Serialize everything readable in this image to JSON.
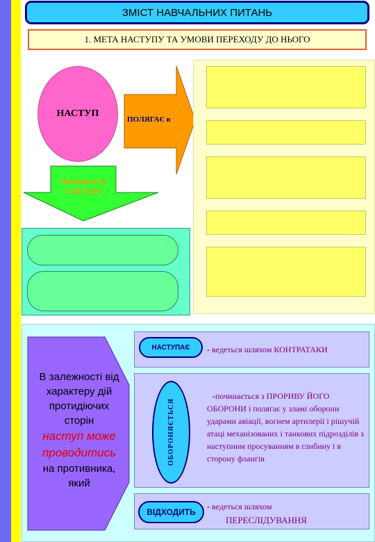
{
  "header": {
    "title": "ЗМІСТ НАВЧАЛЬНИХ ПИТАНЬ"
  },
  "subheader": {
    "text": "1. МЕТА НАСТУПУ ТА УМОВИ ПЕРЕХОДУ ДО НЬОГО"
  },
  "offensive": {
    "label": "НАСТУП"
  },
  "consists_arrow": {
    "label": "ПОЛЯГАЄ в"
  },
  "purpose_arrow": {
    "line1": "Проводиться",
    "line2": "З МЕТОЮ"
  },
  "left_panel": {
    "line1": "В залежності від",
    "line2": "характеру дій",
    "line3": "протидіючих",
    "line4": "сторін",
    "emph1": "наступ може",
    "emph2": "проводитись",
    "line5": "на противника,",
    "line6": "який"
  },
  "cases": [
    {
      "badge": "НАСТУПАЄ",
      "dash": "-",
      "text_plain": " ведеться шляхом ",
      "text_emph": "КОНТРАТАКИ"
    },
    {
      "badge": "ОБОРОНЯЄТЬСЯ",
      "dash": "-",
      "text": "починається з ПРОРИВУ ЙОГО ОБОРОНИ і полягає у зламі оборони ударами авіації, вогнем артилерії і рішучій атаці механізованих і танкових підрозділів з наступним просуванням в глибину і в сторону флангів"
    },
    {
      "badge": "ВІДХОДИТЬ",
      "dash": "-",
      "line1": " ведеться шляхом",
      "line2": "ПЕРЕСЛІДУВАННЯ"
    }
  ],
  "colors": {
    "header_fill": "#33ccff",
    "header_border": "#000080",
    "ellipse_fill": "#ff66cc",
    "orange_arrow": "#ff9900",
    "green_arrow": "#33ff33",
    "purple_banner": "#9966ff",
    "text_purple": "#800080"
  }
}
